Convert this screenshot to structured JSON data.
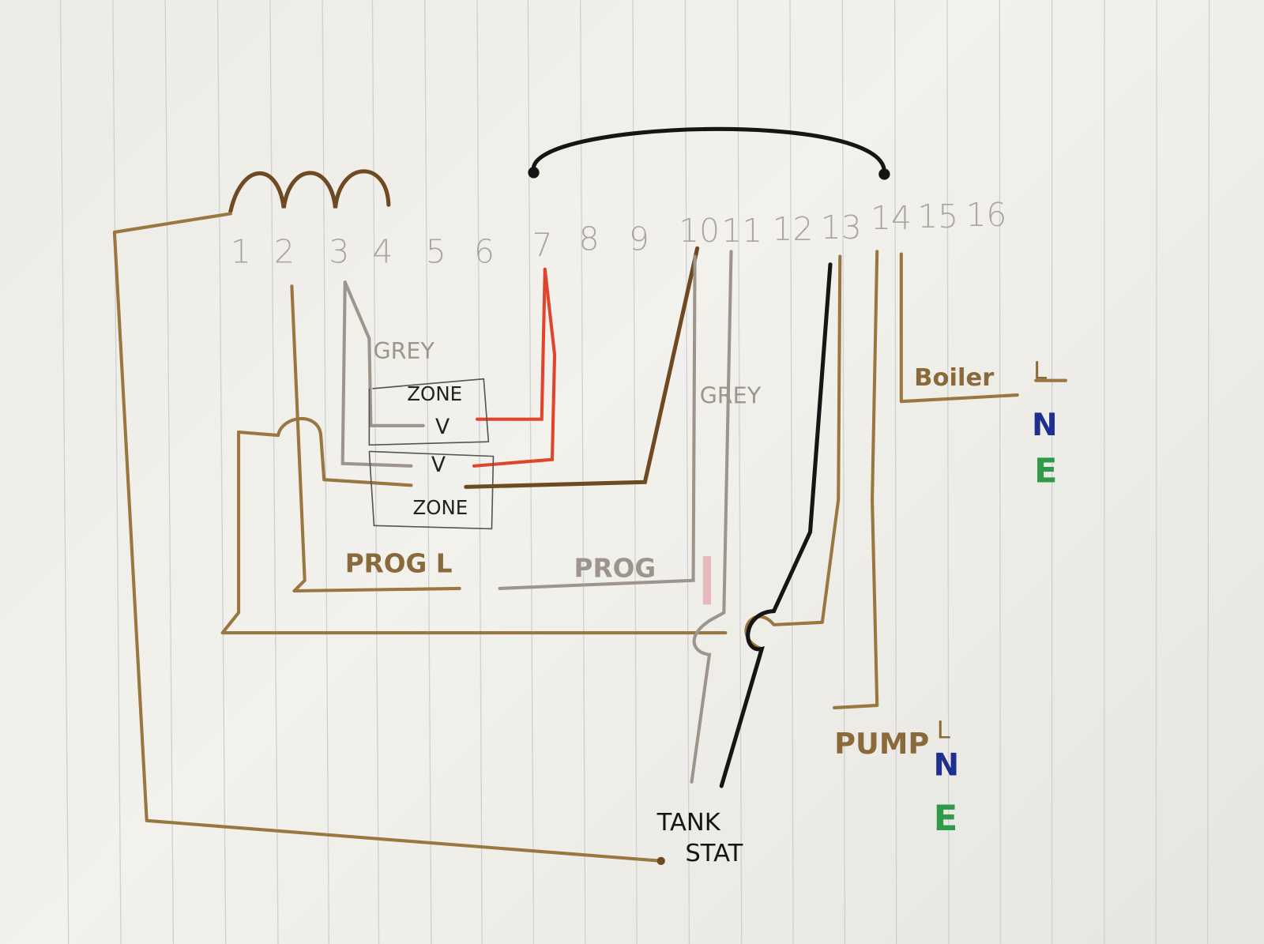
{
  "terminals": [
    "1",
    "2",
    "3",
    "4",
    "5",
    "6",
    "7",
    "8",
    "9",
    "10",
    "11",
    "12",
    "13",
    "14",
    "15",
    "16"
  ],
  "labels": {
    "grey_left": "GREY",
    "grey_right": "GREY",
    "zone_top": "ZONE",
    "zone_bottom": "ZONE",
    "valve_top": "V",
    "valve_bottom": "V",
    "prog_l": "PROG L",
    "prog": "PROG",
    "boiler": "Boiler",
    "boiler_l": "L",
    "boiler_n": "N",
    "boiler_e": "E",
    "pump": "PUMP",
    "pump_l": "L",
    "pump_n": "N",
    "pump_e": "E",
    "tank": "TANK",
    "stat": "STAT"
  },
  "colors": {
    "brown": "#9a7640",
    "dark_brown": "#6e4a22",
    "grey": "#9d958b",
    "red": "#e0442c",
    "black": "#151515",
    "blue": "#1f2f8f",
    "green": "#2f9a4a"
  }
}
